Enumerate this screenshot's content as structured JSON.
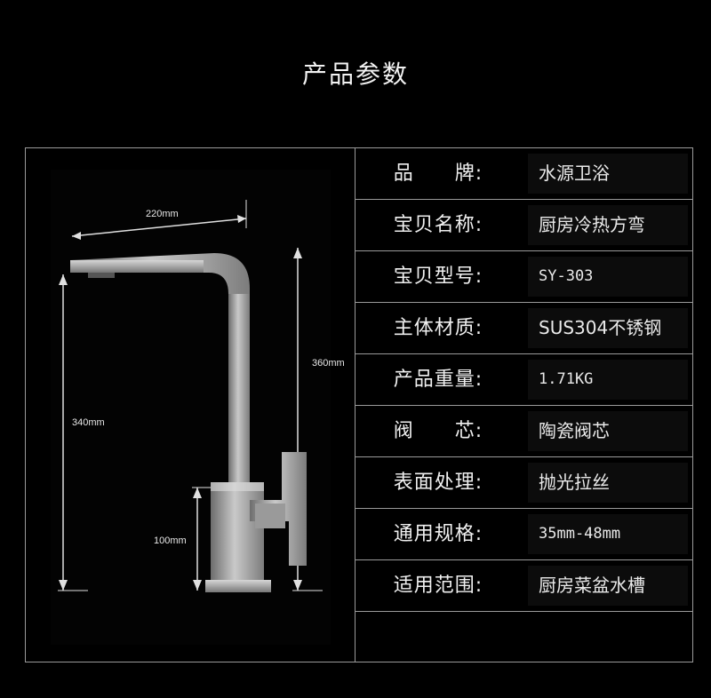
{
  "title": "产品参数",
  "dimensions": {
    "width": "220mm",
    "height": "360mm",
    "spout_height": "340mm",
    "base_height": "100mm"
  },
  "specs": [
    {
      "label": "品　　牌:",
      "value": "水源卫浴"
    },
    {
      "label": "宝贝名称:",
      "value": "厨房冷热方弯"
    },
    {
      "label": "宝贝型号:",
      "value": "SY-303"
    },
    {
      "label": "主体材质:",
      "value": "SUS304不锈钢"
    },
    {
      "label": "产品重量:",
      "value": "1.71KG"
    },
    {
      "label": "阀　　芯:",
      "value": "陶瓷阀芯"
    },
    {
      "label": "表面处理:",
      "value": "抛光拉丝"
    },
    {
      "label": "通用规格:",
      "value": "35mm-48mm"
    },
    {
      "label": "适用范围:",
      "value": "厨房菜盆水槽"
    }
  ]
}
